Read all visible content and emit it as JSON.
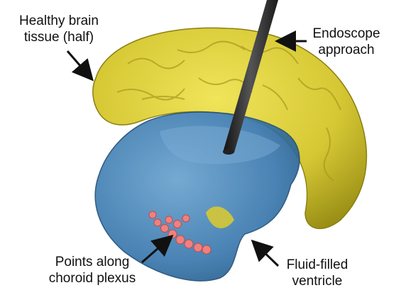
{
  "labels": {
    "brain": [
      "Healthy brain",
      "tissue (half)"
    ],
    "endoscope": [
      "Endoscope",
      "approach"
    ],
    "points": [
      "Points along",
      "choroid plexus"
    ],
    "ventricle": [
      "Fluid-filled",
      "ventricle"
    ]
  },
  "colors": {
    "brain_tissue": "#d9cc3a",
    "brain_shadow": "#a69a1c",
    "ventricle": "#3a78ad",
    "ventricle_light": "#5d95c2",
    "endoscope": "#2a2a2a",
    "points": "#f08080"
  }
}
